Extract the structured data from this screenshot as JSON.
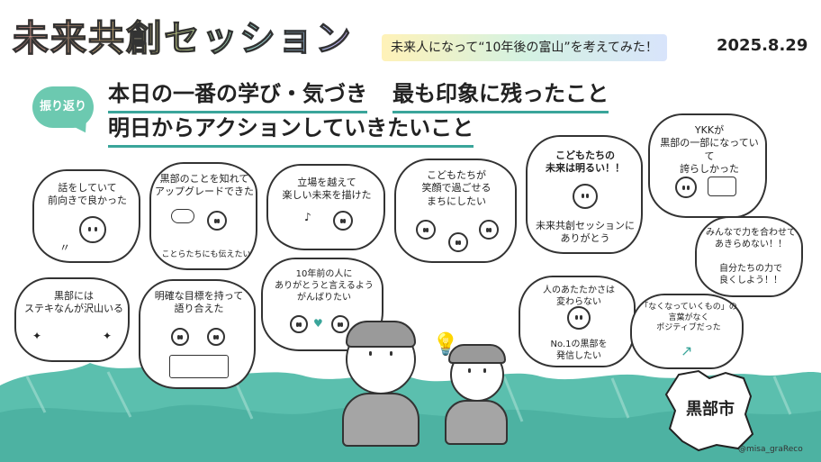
{
  "header": {
    "title": "未来共創セッション",
    "subtitle": "未来人になって“10年後の富山”を考えてみた！",
    "date": "2025.8.29"
  },
  "reflection": {
    "badge": "振り返り",
    "headings": [
      "本日の一番の学び・気づき",
      "最も印象に残ったこと",
      "明日からアクションしていきたいこと"
    ]
  },
  "cards": [
    "話をしていて\n前向きで良かった",
    "黒部のことを知れて\nアップグレードできた",
    "ことらたちにも伝えたい",
    "立場を越えて\n楽しい未来を描けた",
    "こどもたちが\n笑顔で過ごせる\nまちにしたい",
    "こどもたちの\n未来は明るい！！",
    "未来共創セッションに\nありがとう",
    "YKKが\n黒部の一部になっていて\n誇らしかった",
    "みんなで力を合わせて\nあきらめない！！",
    "自分たちの力で\n良くしよう！！",
    "黒部には\nステキなんが沢山いる",
    "明確な目標を持って\n語り合えた",
    "10年前の人に\nありがとうと言えるよう\nがんばりたい",
    "人のあたたかさは\n変わらない",
    "No.1の黒部を\n発信したい",
    "「なくなっていくもの」の\n言葉がなく\nポジティブだった"
  ],
  "map": {
    "label": "黒部市"
  },
  "credit": "@misa_graReco",
  "colors": {
    "accent": "#3aa59a",
    "badge": "#6cc9b0",
    "wave": "#5bbfae"
  }
}
